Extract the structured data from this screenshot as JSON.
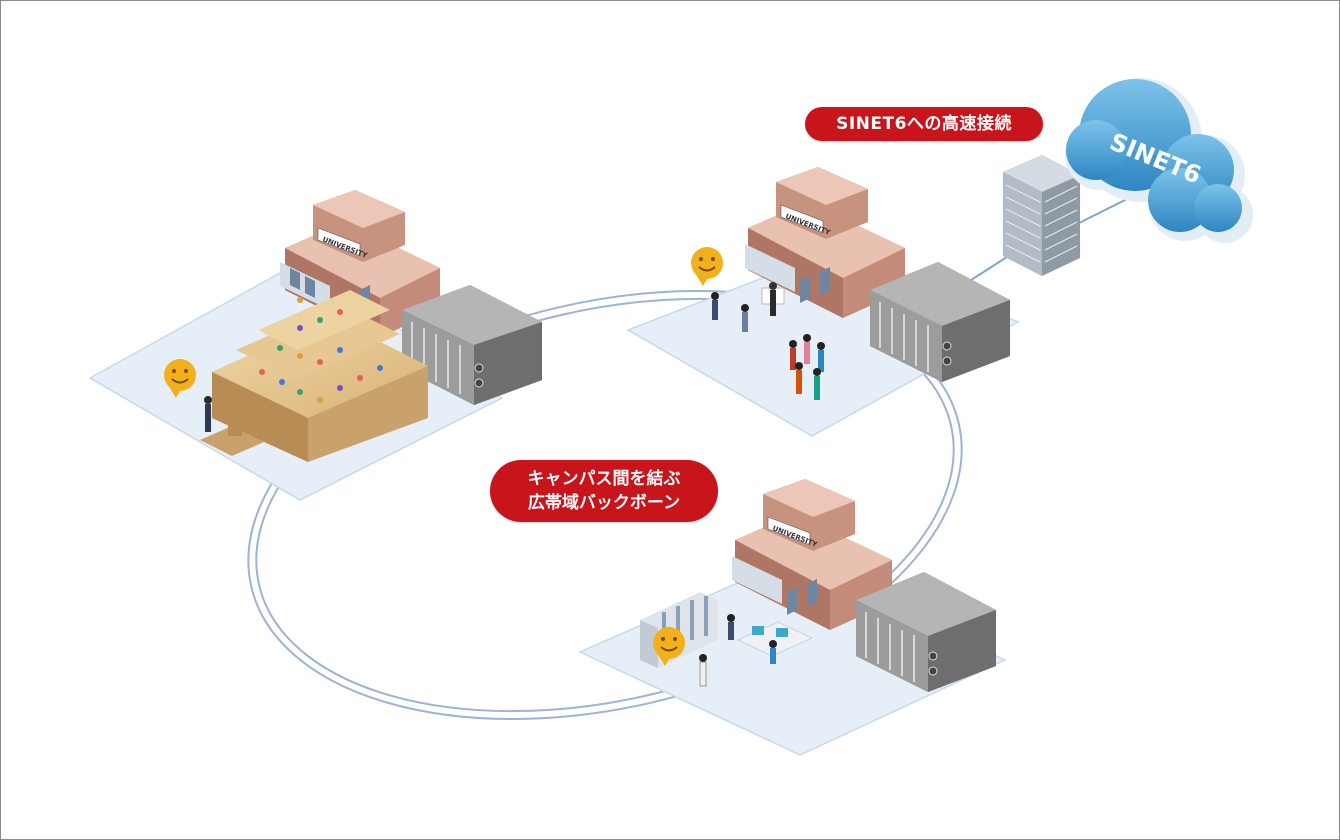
{
  "labels": {
    "sinet_connection": "SINET6への高速接続",
    "backbone_line1": "キャンパス間を結ぶ",
    "backbone_line2": "広帯域バックボーン"
  },
  "cloud": {
    "label": "SINET6"
  },
  "buildings": {
    "sign_text": "UNIVERSITY"
  },
  "colors": {
    "accent_red": "#c8141b",
    "platform": "#e6eef7",
    "ring": "#9db3d6",
    "cloud": "#4a9ed0",
    "server": "#8a8a8a"
  },
  "icons": [
    "smiley-icon",
    "server-rack-icon",
    "cloud-icon",
    "datacenter-icon"
  ]
}
